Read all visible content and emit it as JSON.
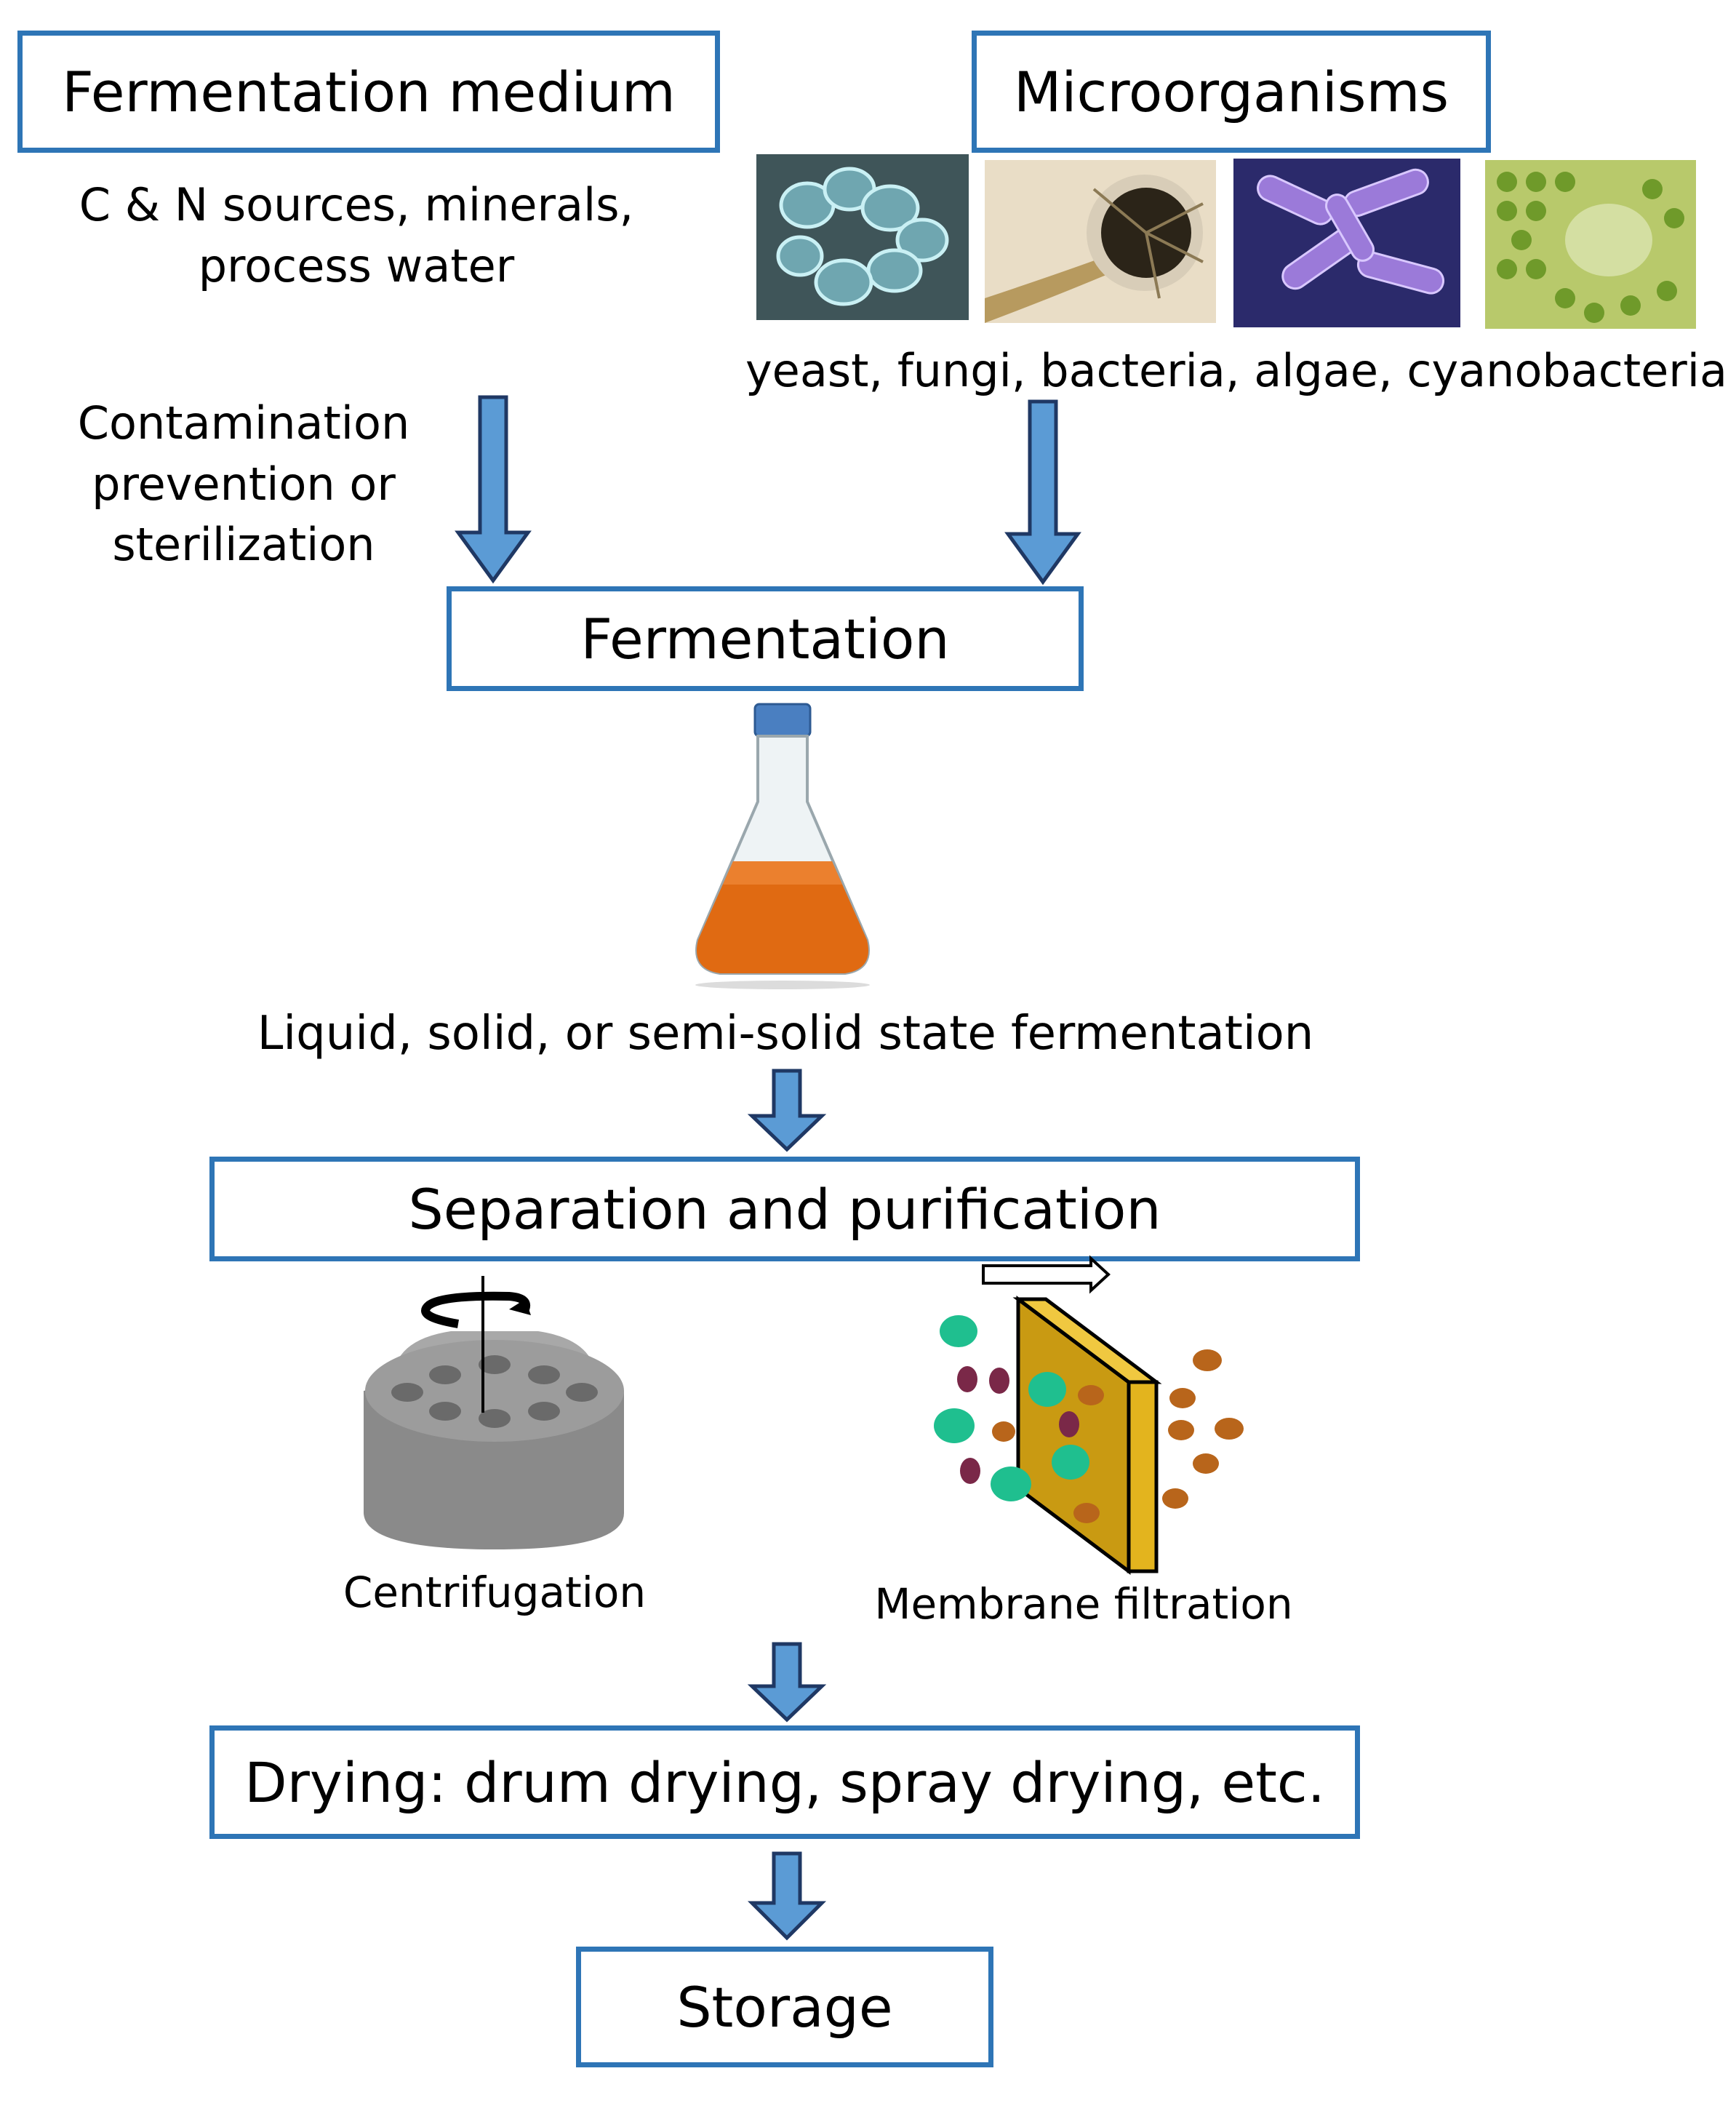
{
  "boxes": {
    "fermentation_medium": "Fermentation medium",
    "microorganisms": "Microorganisms",
    "fermentation": "Fermentation",
    "separation": "Separation and purification",
    "drying": "Drying: drum drying, spray drying, etc.",
    "storage": "Storage"
  },
  "labels": {
    "medium_line1": "C & N sources, minerals,",
    "medium_line2": "process water",
    "microbe_types": "yeast, fungi, bacteria, algae, cyanobacteria",
    "contamination_line1": "Contamination",
    "contamination_line2": "prevention or",
    "contamination_line3": "sterilization",
    "fermentation_states": "Liquid, solid, or semi-solid state fermentation",
    "centrifugation": "Centrifugation",
    "membrane_filtration": "Membrane filtration"
  },
  "colors": {
    "box_border": "#2e75b6",
    "arrow_fill": "#5b9bd5",
    "arrow_stroke": "#1f3864",
    "membrane": "#d9b31c",
    "particle_green": "#1fbf8f",
    "particle_purple": "#7a2848",
    "particle_orange": "#b8651b"
  },
  "icons": [
    "yeast-photo",
    "fungi-photo",
    "bacteria-photo",
    "algae-photo",
    "flask-icon",
    "centrifuge-icon",
    "membrane-filter-icon"
  ]
}
